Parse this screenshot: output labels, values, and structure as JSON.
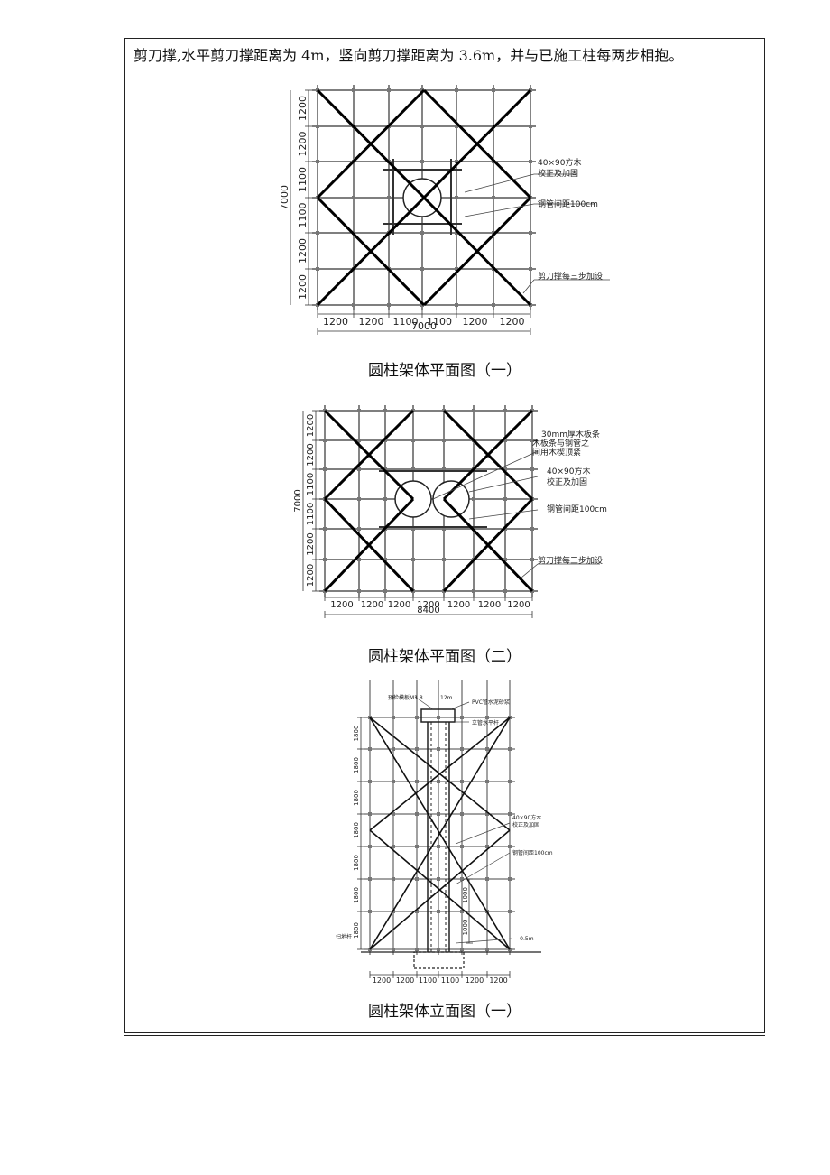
{
  "intro_text": "剪刀撑,水平剪刀撑距离为 4m，竖向剪刀撑距离为 3.6m，并与已施工柱每两步相抱。",
  "figures": [
    {
      "caption": "圆柱架体平面图（一）",
      "x_dims": [
        "1200",
        "1200",
        "1100",
        "1100",
        "1200",
        "1200"
      ],
      "y_dims": [
        "1200",
        "1200",
        "1100",
        "1100",
        "1200",
        "1200"
      ],
      "total_x": "7000",
      "total_y": "7000",
      "callouts": [
        "40×90方木",
        "校正及加固",
        "钢管间距100cm",
        "剪刀撑每三步加设"
      ]
    },
    {
      "caption": "圆柱架体平面图（二）",
      "x_dims": [
        "1200",
        "1200",
        "1200",
        "1200",
        "1200",
        "1200",
        "1200"
      ],
      "y_dims": [
        "1200",
        "1200",
        "1100",
        "1100",
        "1200",
        "1200"
      ],
      "total_x": "8400",
      "total_y": "7000",
      "callouts": [
        "30mm厚木板条",
        "木板条与钢管之",
        "间用木楔顶紧",
        "40×90方木",
        "校正及加固",
        "钢管间距100cm",
        "剪刀撑每三步加设"
      ]
    },
    {
      "caption": "圆柱架体立面图（一）",
      "x_dims": [
        "1200",
        "1200",
        "1100",
        "1100",
        "1200",
        "1200"
      ],
      "y_dims": [
        "1800",
        "1800",
        "1800",
        "1800",
        "1800",
        "1800",
        "1800"
      ],
      "inner_dims": [
        "1000",
        "1000"
      ],
      "callouts": [
        "预检模板M1.8",
        "12m",
        "PVC管水泥砂浆",
        "立管水平杆",
        "40×90方木",
        "校正及加固",
        "钢管间距100cm",
        "扫地杆",
        "-0.5m"
      ]
    }
  ]
}
